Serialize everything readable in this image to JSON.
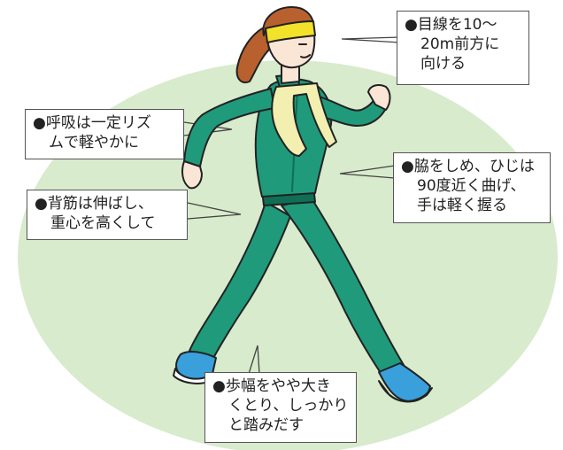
{
  "callouts": {
    "gaze": {
      "lines": [
        "●目線を10～",
        "20m前方に",
        "向ける"
      ]
    },
    "breath": {
      "lines": [
        "●呼吸は一定リズ",
        "ムで軽やかに"
      ]
    },
    "back": {
      "lines": [
        "●背筋は伸ばし、",
        "重心を高くして"
      ]
    },
    "arms": {
      "lines": [
        "●脇をしめ、ひじは",
        "90度近く曲げ、",
        "手は軽く握る"
      ]
    },
    "stride": {
      "lines": [
        "●歩幅をやや大き",
        "くとり、しっかり",
        "と踏みだす"
      ]
    }
  },
  "colors": {
    "background_oval": "#d8ebcd",
    "tracksuit": "#1f9a7a",
    "tracksuit_dark": "#0f6e56",
    "headband": "#f2e22a",
    "towel": "#f3efb0",
    "hair": "#b8612e",
    "skin": "#fbe6d6",
    "shoes": "#3aa0dc",
    "line": "#222222"
  },
  "icons": [
    "walking-woman-illustration"
  ]
}
